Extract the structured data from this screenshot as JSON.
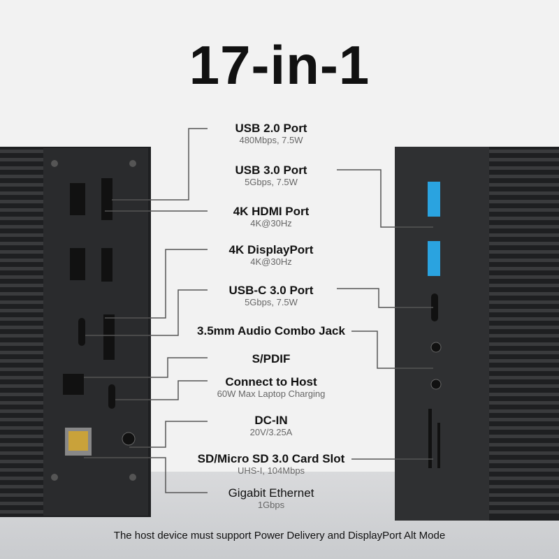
{
  "title": "17-in-1",
  "features": [
    {
      "name": "USB 2.0 Port",
      "detail": "480Mbps, 7.5W"
    },
    {
      "name": "USB 3.0 Port",
      "detail": "5Gbps, 7.5W"
    },
    {
      "name": "4K HDMI Port",
      "detail": "4K@30Hz"
    },
    {
      "name": "4K DisplayPort",
      "detail": "4K@30Hz"
    },
    {
      "name": "USB-C 3.0 Port",
      "detail": "5Gbps, 7.5W"
    },
    {
      "name": "3.5mm Audio Combo Jack",
      "detail": ""
    },
    {
      "name": "S/PDIF",
      "detail": ""
    },
    {
      "name": "Connect to Host",
      "detail": "60W Max Laptop Charging"
    },
    {
      "name": "DC-IN",
      "detail": "20V/3.25A"
    },
    {
      "name": "SD/Micro SD 3.0 Card Slot",
      "detail": "UHS-I, 104Mbps"
    },
    {
      "name": "Gigabit Ethernet",
      "detail": "1Gbps"
    }
  ],
  "footnote": "The host device must support Power Delivery and DisplayPort Alt Mode",
  "colors": {
    "device": "#2a2b2d",
    "usb3_blue": "#2aa3e0",
    "line": "#555555"
  }
}
